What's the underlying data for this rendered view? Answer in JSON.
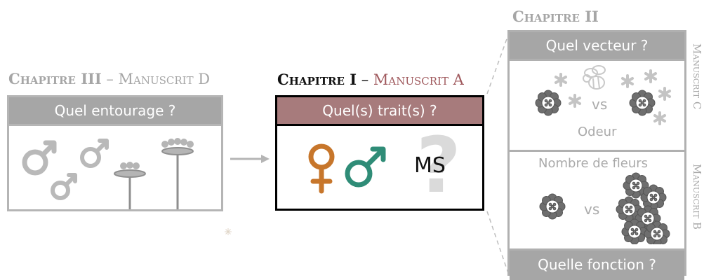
{
  "chapter3": {
    "title": "Chapitre III",
    "sep": " – ",
    "manuscript": "Manuscrit D",
    "question": "Quel entourage ?"
  },
  "chapter1": {
    "title": "Chapitre I",
    "sep": " – ",
    "manuscript": "Manuscrit A",
    "question": "Quel(s) trait(s) ?",
    "ms_label": "MS",
    "unknown_glyph": "?"
  },
  "chapter2": {
    "title": "Chapitre II",
    "question_top": "Quel vecteur ?",
    "vs": "vs",
    "odour_label": "Odeur",
    "flower_count_label": "Nombre de fleurs",
    "question_bottom": "Quelle fonction ?"
  },
  "side_labels": {
    "manuscript_c": "Manuscrit C",
    "manuscript_b": "Manuscrit B"
  },
  "colors": {
    "grey": "#a6a6a6",
    "chapter1_header": "#a77b7c",
    "female": "#c7762b",
    "male": "#2f8c77",
    "manuscript_red": "#a05a5e"
  },
  "icons": [
    "male-symbol-icon",
    "female-symbol-icon",
    "flower-icon",
    "asterisk-icon",
    "bee-icon",
    "question-mark-icon",
    "arrow-right-icon"
  ]
}
